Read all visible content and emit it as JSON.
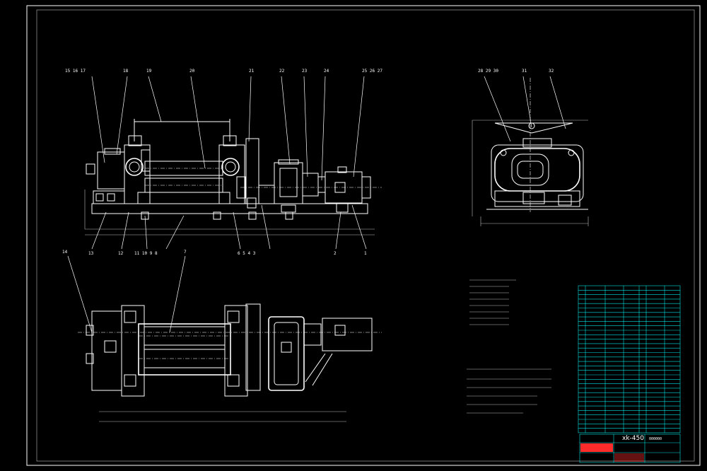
{
  "drawing": {
    "part_numbers_front_top": [
      "15",
      "16",
      "17",
      "18",
      "19",
      "20",
      "21",
      "22",
      "23",
      "24",
      "25",
      "26",
      "27"
    ],
    "part_numbers_side_top": [
      "28",
      "29",
      "30",
      "31",
      "32"
    ],
    "part_numbers_front_bottom": [
      "13",
      "12",
      "11",
      "10",
      "9",
      "8",
      "7",
      "6",
      "5",
      "4",
      "3",
      "2",
      "1"
    ],
    "part_number_plan_left": "14",
    "part_number_plan_top": "7"
  },
  "title_block": {
    "model": "xk-450",
    "drawing_code": "000000"
  },
  "colors": {
    "background": "#000000",
    "line": "#ffffff",
    "table_grid": "#00e0e0",
    "title_fill": "#ff2a2a"
  }
}
